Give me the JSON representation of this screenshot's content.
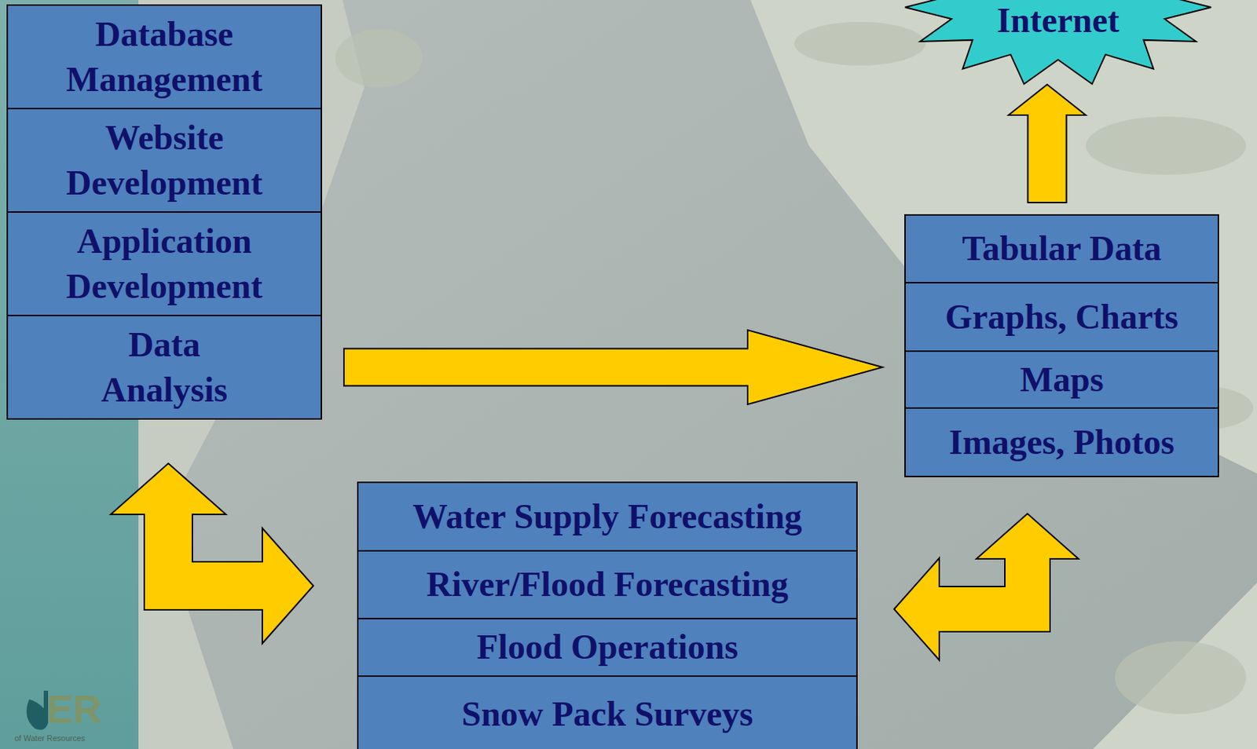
{
  "diagram": {
    "nodes": [
      {
        "text": [
          "Database Management"
        ]
      },
      {
        "text": [
          "Website Development"
        ]
      },
      {
        "text": [
          "Application Development"
        ]
      },
      {
        "text": [
          "Data Analysis"
        ]
      },
      {
        "text": [
          "Internet"
        ]
      },
      {
        "text": [
          "Tabular Data"
        ]
      },
      {
        "text": [
          "Graphs, Charts"
        ]
      },
      {
        "text": [
          "Maps"
        ]
      },
      {
        "text": [
          "Images, Photos"
        ]
      },
      {
        "text": [
          "Water Supply Forecasting"
        ]
      },
      {
        "text": [
          "River/Flood Forecasting"
        ]
      },
      {
        "text": [
          "Flood Operations"
        ]
      },
      {
        "text": [
          "Snow Pack Surveys"
        ]
      }
    ],
    "edges": [
      {
        "from": 3,
        "to": 7,
        "arrow": "to"
      },
      {
        "from": 5,
        "to": 4,
        "arrow": "to"
      },
      {
        "from": 3,
        "to": 10,
        "arrow": "both"
      },
      {
        "from": 8,
        "to": 10,
        "arrow": "both"
      }
    ],
    "labels": [
      "ER",
      "of Water Resources"
    ]
  }
}
